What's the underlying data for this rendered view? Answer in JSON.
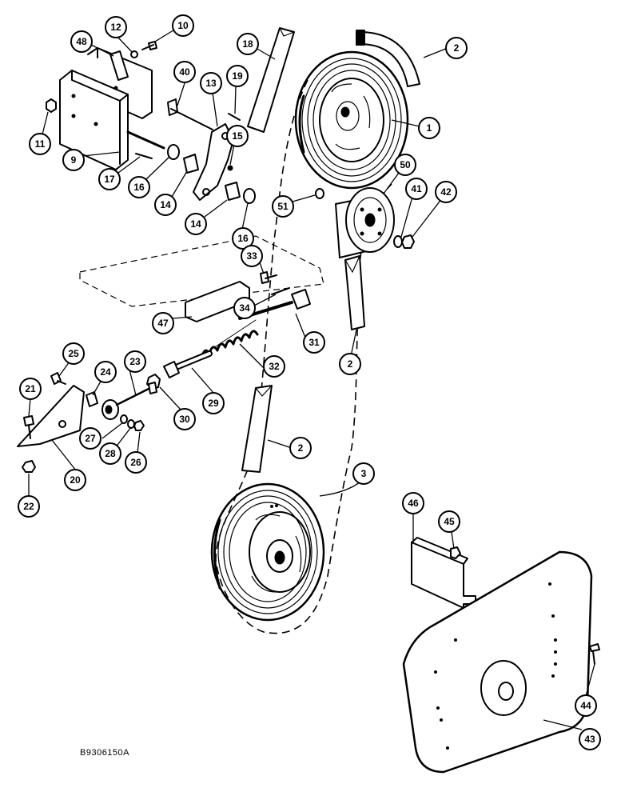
{
  "figure_code": "B9306150A",
  "callouts": [
    {
      "id": "c2a",
      "label": "2"
    },
    {
      "id": "c1",
      "label": "1"
    },
    {
      "id": "c50",
      "label": "50"
    },
    {
      "id": "c41",
      "label": "41"
    },
    {
      "id": "c42",
      "label": "42"
    },
    {
      "id": "c51",
      "label": "51"
    },
    {
      "id": "c2b",
      "label": "2"
    },
    {
      "id": "c2c",
      "label": "2"
    },
    {
      "id": "c3",
      "label": "3"
    },
    {
      "id": "c18",
      "label": "18"
    },
    {
      "id": "c19",
      "label": "19"
    },
    {
      "id": "c13",
      "label": "13"
    },
    {
      "id": "c40",
      "label": "40"
    },
    {
      "id": "c15",
      "label": "15"
    },
    {
      "id": "c12",
      "label": "12"
    },
    {
      "id": "c10",
      "label": "10"
    },
    {
      "id": "c48",
      "label": "48"
    },
    {
      "id": "c11",
      "label": "11"
    },
    {
      "id": "c9",
      "label": "9"
    },
    {
      "id": "c17",
      "label": "17"
    },
    {
      "id": "c16a",
      "label": "16"
    },
    {
      "id": "c14a",
      "label": "14"
    },
    {
      "id": "c14b",
      "label": "14"
    },
    {
      "id": "c16b",
      "label": "16"
    },
    {
      "id": "c33",
      "label": "33"
    },
    {
      "id": "c34",
      "label": "34"
    },
    {
      "id": "c47",
      "label": "47"
    },
    {
      "id": "c31",
      "label": "31"
    },
    {
      "id": "c32",
      "label": "32"
    },
    {
      "id": "c29",
      "label": "29"
    },
    {
      "id": "c30",
      "label": "30"
    },
    {
      "id": "c25",
      "label": "25"
    },
    {
      "id": "c24",
      "label": "24"
    },
    {
      "id": "c23",
      "label": "23"
    },
    {
      "id": "c21",
      "label": "21"
    },
    {
      "id": "c27",
      "label": "27"
    },
    {
      "id": "c28",
      "label": "28"
    },
    {
      "id": "c26",
      "label": "26"
    },
    {
      "id": "c20",
      "label": "20"
    },
    {
      "id": "c22",
      "label": "22"
    },
    {
      "id": "c46",
      "label": "46"
    },
    {
      "id": "c45",
      "label": "45"
    },
    {
      "id": "c44",
      "label": "44"
    },
    {
      "id": "c43",
      "label": "43"
    }
  ]
}
